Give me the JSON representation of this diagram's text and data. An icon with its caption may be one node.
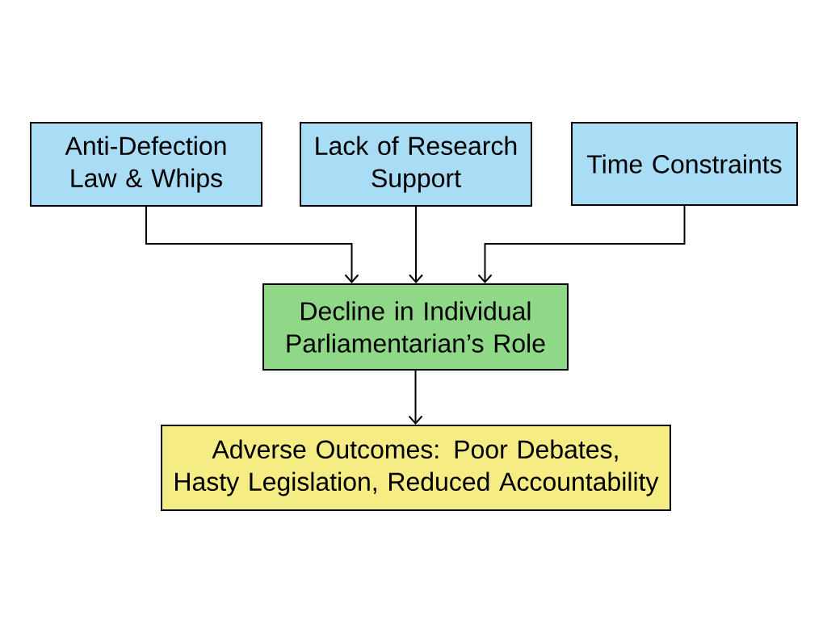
{
  "diagram": {
    "nodes": [
      {
        "text": [
          "Anti-Defection Law & Whips"
        ]
      },
      {
        "text": [
          "Lack of Research Support"
        ]
      },
      {
        "text": [
          "Time Constraints"
        ]
      },
      {
        "text": [
          "Decline in Individual Parliamentarian’s Role"
        ]
      },
      {
        "text": [
          "Adverse Outcomes: Poor Debates, Hasty Legislation, Reduced Accountability"
        ]
      }
    ],
    "edges": [
      {
        "from": 0,
        "to": 3,
        "arrow": "to"
      },
      {
        "from": 1,
        "to": 3,
        "arrow": "to"
      },
      {
        "from": 2,
        "to": 3,
        "arrow": "to"
      },
      {
        "from": 3,
        "to": 4,
        "arrow": "to"
      }
    ]
  }
}
